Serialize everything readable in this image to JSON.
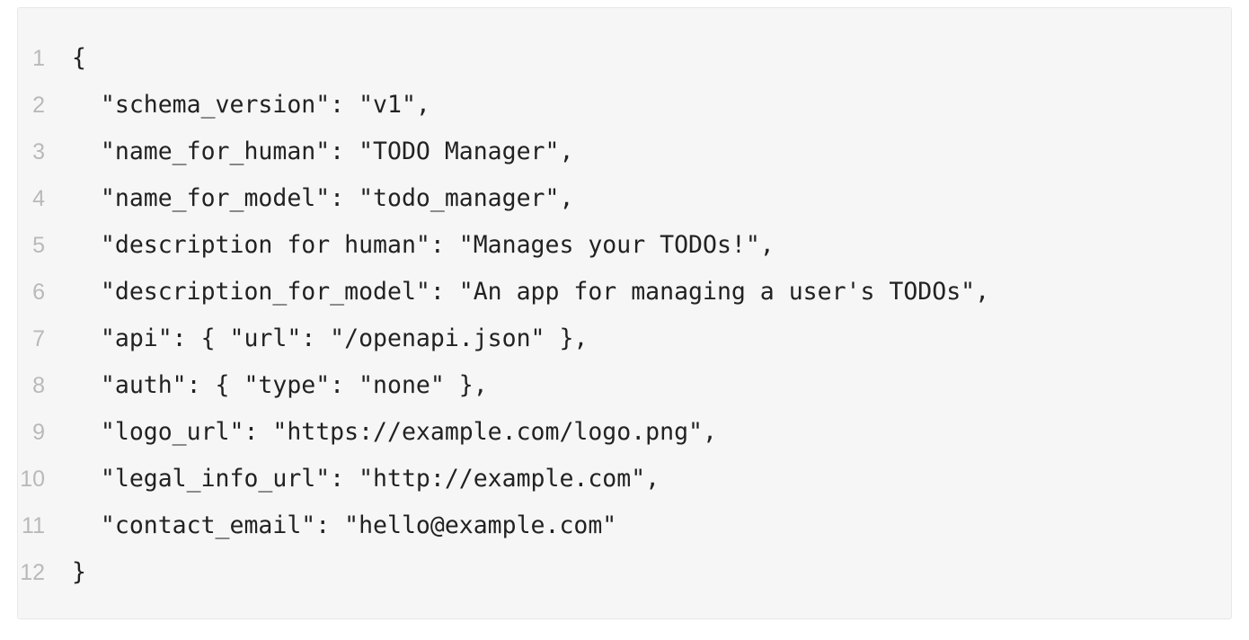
{
  "code": {
    "language": "json",
    "lines": [
      {
        "number": "1",
        "text": "{"
      },
      {
        "number": "2",
        "text": "  \"schema_version\": \"v1\","
      },
      {
        "number": "3",
        "text": "  \"name_for_human\": \"TODO Manager\","
      },
      {
        "number": "4",
        "text": "  \"name_for_model\": \"todo_manager\","
      },
      {
        "number": "5",
        "text": "  \"description for human\": \"Manages your TODOs!\","
      },
      {
        "number": "6",
        "text": "  \"description_for_model\": \"An app for managing a user's TODOs\","
      },
      {
        "number": "7",
        "text": "  \"api\": { \"url\": \"/openapi.json\" },"
      },
      {
        "number": "8",
        "text": "  \"auth\": { \"type\": \"none\" },"
      },
      {
        "number": "9",
        "text": "  \"logo_url\": \"https://example.com/logo.png\","
      },
      {
        "number": "10",
        "text": "  \"legal_info_url\": \"http://example.com\","
      },
      {
        "number": "11",
        "text": "  \"contact_email\": \"hello@example.com\""
      },
      {
        "number": "12",
        "text": "}"
      }
    ]
  },
  "colors": {
    "background": "#f6f6f6",
    "border": "#e8e8e8",
    "line_number": "#b9b9b9",
    "text": "#222222"
  }
}
